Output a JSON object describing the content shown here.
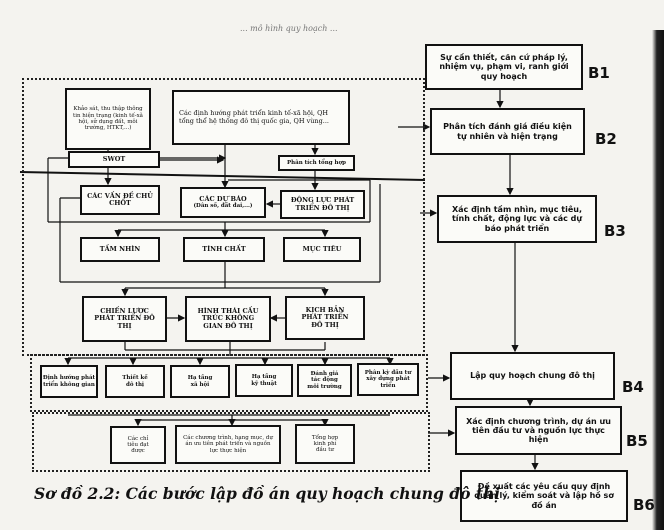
{
  "header_fragment": "... mô hình quy hoạch ...",
  "caption": "Sơ đồ 2.2: Các bước lập đồ án quy hoạch chung đô thị",
  "left": {
    "survey": "Khảo sát, thu thập thông tin hiện trạng (kinh tế-xã hội, sử dụng đất, môi trường, HTKT,...)",
    "orientation": "Các định hướng phát triển kinh tế-xã hội, QH tổng thể hệ thống đô thị quốc gia, QH vùng...",
    "swot": "SWOT",
    "synthesis": "Phân tích tổng hợp",
    "key_issues": "CÁC VẤN ĐỀ CHỦ CHỐT",
    "forecasts": "CÁC DỰ BÁO",
    "forecasts_sub": "(Dân số, đất đai,...)",
    "drivers": "ĐỘNG LỰC PHÁT TRIỂN ĐÔ THỊ",
    "vision": "TẦM NHÌN",
    "nature": "TÍNH CHẤT",
    "goals": "MỤC TIÊU",
    "strategy": "CHIẾN LƯỢC PHÁT TRIỂN ĐÔ THỊ",
    "morphology": "HÌNH THÁI CẤU TRÚC KHÔNG GIAN ĐÔ THỊ",
    "scenario": "KỊCH BẢN PHÁT TRIỂN ĐÔ THỊ",
    "row4": [
      "Định hướng phát triển không gian",
      "Thiết kế đô thị",
      "Hạ tầng xã hội",
      "Hạ tầng kỹ thuật",
      "Đánh giá tác động môi trường",
      "Phân kỳ đầu tư xây dựng phát triển"
    ],
    "row5": [
      "Các chỉ tiêu đạt được",
      "Các chương trình, hạng mục, dự án ưu tiên phát triển và nguồn lực thực hiện",
      "Tổng hợp kinh phí đầu tư"
    ]
  },
  "steps": [
    {
      "label": "B1",
      "text": "Sự cần thiết, căn cứ pháp lý, nhiệm vụ, phạm vi, ranh giới quy hoạch"
    },
    {
      "label": "B2",
      "text": "Phân tích đánh giá điều kiện tự nhiên và hiện trạng"
    },
    {
      "label": "B3",
      "text": "Xác định tầm nhìn, mục tiêu, tính chất, động lực và các dự báo phát triển"
    },
    {
      "label": "B4",
      "text": "Lập quy hoạch chung đô thị"
    },
    {
      "label": "B5",
      "text": "Xác định chương trình, dự án ưu tiên đầu tư và nguồn lực thực hiện"
    },
    {
      "label": "B6",
      "text": "Đề xuất các yêu cầu quy định quản lý, kiểm soát và lập hồ sơ đồ án"
    }
  ]
}
